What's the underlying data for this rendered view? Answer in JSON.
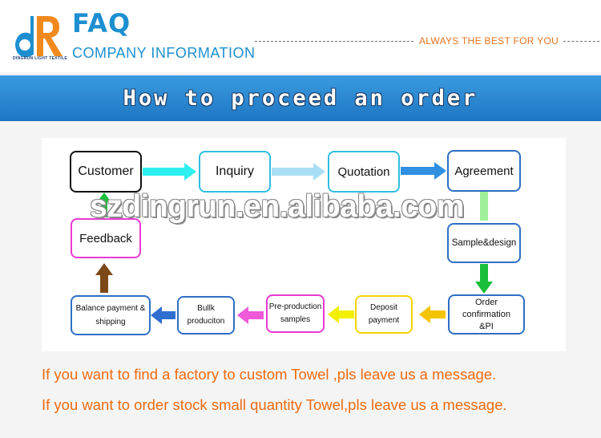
{
  "header": {
    "logo_text": "dR",
    "logo_subtitle": "DINGRUN LIGHT TEXTILE",
    "title": "FAQ",
    "subtitle": "COMPANY INFORMATION",
    "slogan": "ALWAYS THE BEST FOR YOU"
  },
  "banner": {
    "title": "How to proceed an order"
  },
  "flow": {
    "nodes": [
      {
        "id": "customer",
        "label": "Customer",
        "border": "#111111"
      },
      {
        "id": "inquiry",
        "label": "Inquiry",
        "border": "#33bde0"
      },
      {
        "id": "quotation",
        "label": "Quotation",
        "border": "#33bde0"
      },
      {
        "id": "agreement",
        "label": "Agreement",
        "border": "#2f6fc4"
      },
      {
        "id": "sample",
        "label": "Sample&design",
        "border": "#2f6fc4"
      },
      {
        "id": "order",
        "label": "Order confirmation &PI",
        "border": "#2f6fc4"
      },
      {
        "id": "deposit",
        "label": "Deposit payment",
        "border": "#f2d500"
      },
      {
        "id": "preproduction",
        "label": "Pre-production samples",
        "border": "#e93ad1"
      },
      {
        "id": "bulk",
        "label": "Bullk produciton",
        "border": "#2f6fc4"
      },
      {
        "id": "balance",
        "label": "Balance payment & shipping",
        "border": "#2f6fc4"
      },
      {
        "id": "feedback",
        "label": "Feedback",
        "border": "#e93ad1"
      }
    ],
    "watermark": "szdingrun.en.alibaba.com"
  },
  "messages": [
    "If you want to find a factory to custom Towel ,pls leave us a message.",
    "If you want to order stock small quantity Towel,pls leave us a message."
  ],
  "colors": {
    "accent_blue": "#1d8fd0",
    "logo_orange": "#f08a1c",
    "message_orange": "#ee6b10"
  }
}
